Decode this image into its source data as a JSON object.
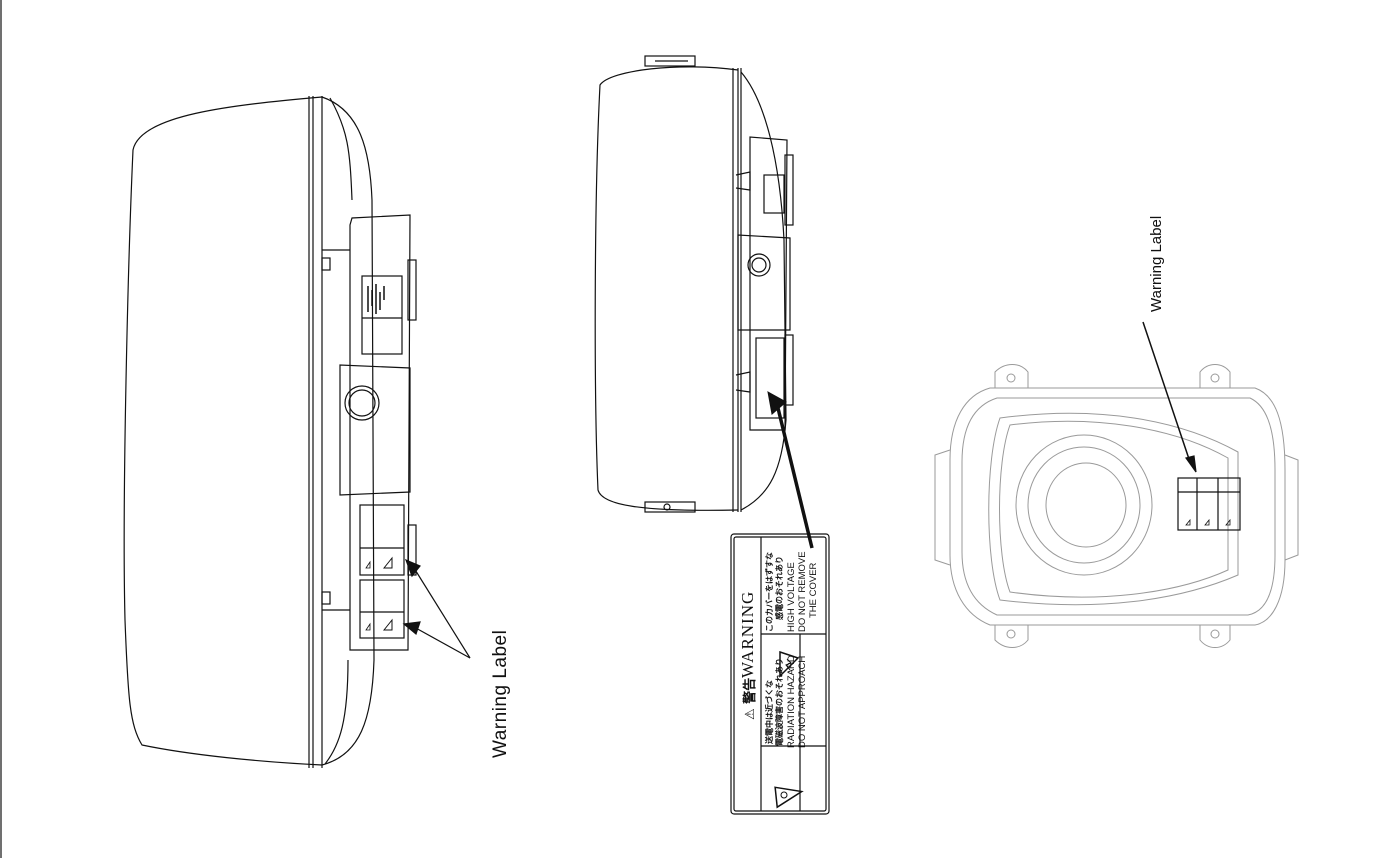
{
  "labels": {
    "left_warning_label": "Warning Label",
    "right_warning_label": "Warning Label"
  },
  "warning_sticker": {
    "header_icon": "warning-triangle-icon",
    "header_kanji": "警告",
    "header_word": "WARNING",
    "radiation": {
      "icon": "radiation-warning-icon",
      "jp_line1": "送電中は近づくな",
      "jp_line2": "電磁波障害のおそれあり",
      "en_line1": "RADIATION HAZARD",
      "en_line2": "DO NOT APPROACH"
    },
    "high_voltage": {
      "icon": "high-voltage-icon",
      "jp_line1": "このカバーをはずすな",
      "jp_line2": "感電のおそれあり",
      "en_line1": "HIGH VOLTAGE",
      "en_line2": "DO NOT REMOVE",
      "en_line3": "THE COVER"
    }
  },
  "colors": {
    "line": "#111111",
    "faint_line": "#9a9a9a",
    "background": "#ffffff"
  }
}
